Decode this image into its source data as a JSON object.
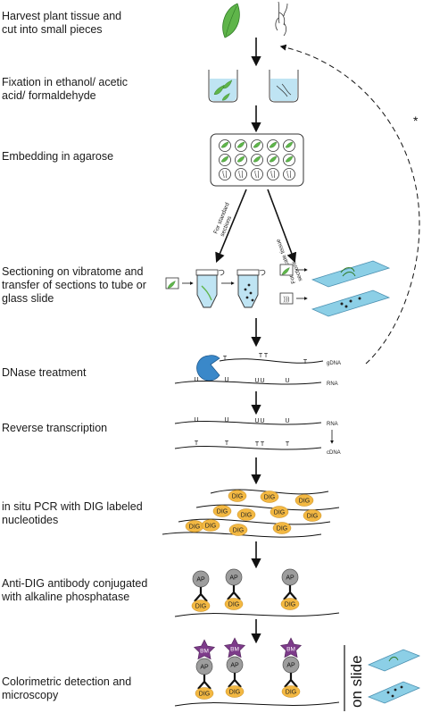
{
  "steps": [
    "Harvest plant tissue and\ncut into small pieces",
    "Fixation in ethanol/ acetic\nacid/ formaldehyde",
    "Embedding in agarose",
    "Sectioning on vibratome and\ntransfer of sections to tube or\nglass slide",
    "DNase treatment",
    "Reverse transcription",
    "in situ PCR with DIG labeled\nnucleotides",
    "Anti-DIG antibody conjugated\nwith alkaline phosphatase",
    "Colorimetric detection and\nmicroscopy"
  ],
  "labels": {
    "asterisk": "*",
    "standard_sections": "For standard\nsections",
    "delicate_sections": "For delicate tissue\nsections",
    "gdna": "gDNA",
    "rna": "RNA",
    "cdna": "cDNA",
    "dig": "DIG",
    "ap": "AP",
    "bm": "BM",
    "t": "T",
    "u": "U",
    "on_slide": "on slide"
  },
  "colors": {
    "leaf": "#5fb54a",
    "tube_fluid": "#bfe4f3",
    "slide": "#8ccfe6",
    "dig": "#f3b842",
    "ap": "#9d9d9d",
    "bm": "#7d3b8a",
    "enzyme": "#3a88c9"
  }
}
